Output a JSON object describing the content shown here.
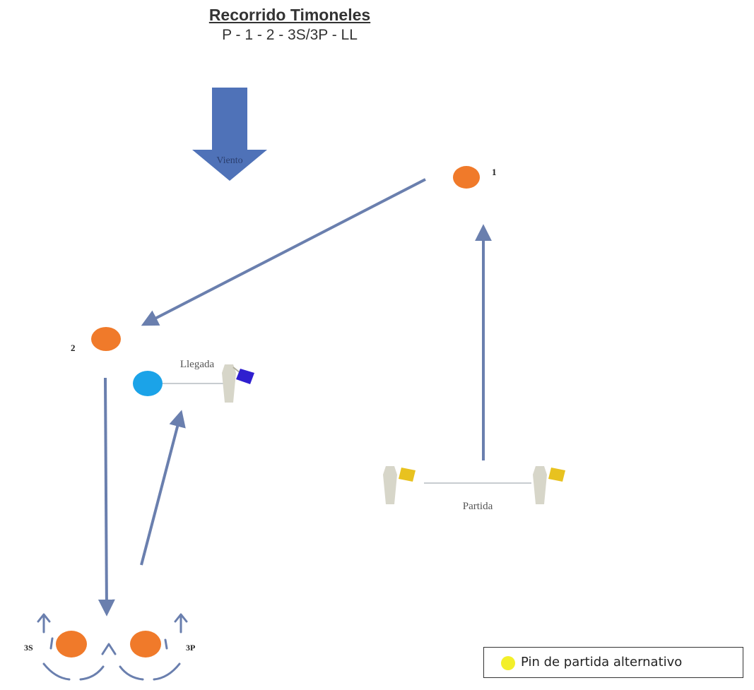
{
  "header": {
    "title": "Recorrido Timoneles",
    "sequence": "P - 1 - 2 - 3S/3P - LL"
  },
  "wind": {
    "label": "Viento"
  },
  "marks": {
    "mark_1": "1",
    "mark_2": "2",
    "mark_3s": "3S",
    "mark_3p": "3P"
  },
  "finish": {
    "label": "Llegada"
  },
  "start": {
    "label": "Partida"
  },
  "legend": {
    "label": "Pin de partida alternativo"
  },
  "colors": {
    "mark": "#f07a2a",
    "finish_buoy": "#1ba3e8",
    "arrow": "#6a7fae",
    "wind_arrow": "#4f72b8",
    "finish_flag": "#2f1fcf",
    "start_flag": "#e8c21f",
    "pin": "#f3ef2a"
  }
}
